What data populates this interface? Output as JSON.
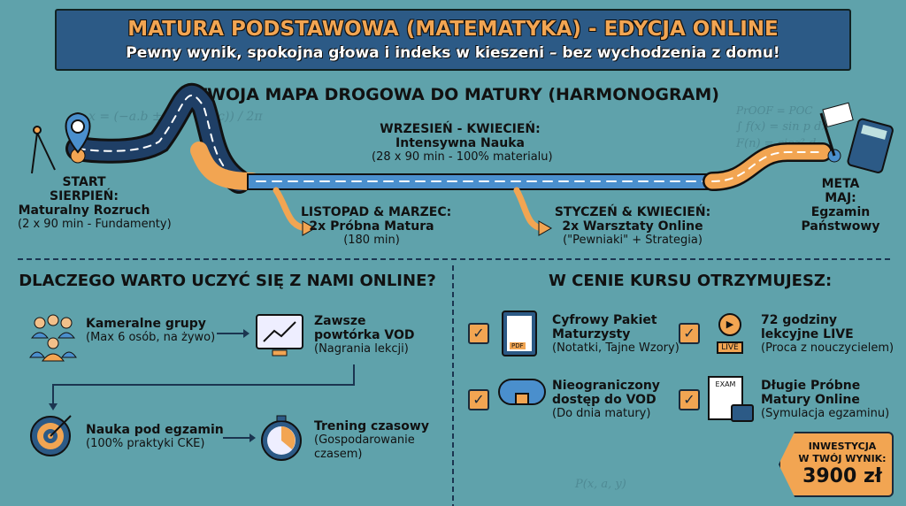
{
  "header": {
    "title": "MATURA PODSTAWOWA (MATEMATYKA) - EDYCJA ONLINE",
    "subtitle": "Pewny wynik, spokojna głowa i indeks w kieszeni – bez wychodzenia z domu!"
  },
  "roadmap": {
    "title": "TWOJA MAPA DROGOWA DO MATURY (HARMONOGRAM)",
    "start": {
      "tag": "START",
      "month": "SIERPIEŃ:",
      "name": "Maturalny Rozruch",
      "detail": "(2 x 90 min - Fundamenty)"
    },
    "main": {
      "month": "WRZESIEŃ - KWIECIEŃ:",
      "name": "Intensywna Nauka",
      "detail": "(28 x 90 min - 100% materialu)"
    },
    "mock": {
      "month": "LISTOPAD & MARZEC:",
      "name": "2x Próbna Matura",
      "detail": "(180 min)"
    },
    "workshops": {
      "month": "STYCZEŃ & KWIECIEŃ:",
      "name": "2x Warsztaty Online",
      "detail": "(\"Pewniaki\" + Strategia)"
    },
    "finish": {
      "tag": "META",
      "month": "MAJ:",
      "name1": "Egzamin",
      "name2": "Państwowy"
    }
  },
  "why": {
    "title": "DLACZEGO WARTO UCZYĆ SIĘ Z NAMI ONLINE?",
    "items": [
      {
        "title": "Kameralne grupy",
        "detail": "(Max 6 osób, na żywo)"
      },
      {
        "title1": "Zawsze",
        "title2": "powtórka VOD",
        "detail": "(Nagrania lekcji)"
      },
      {
        "title": "Nauka pod egzamin",
        "detail": "(100% praktyki CKE)"
      },
      {
        "title": "Trening czasowy",
        "detail1": "(Gospodarowanie",
        "detail2": "czasem)"
      }
    ]
  },
  "includes": {
    "title": "W CENIE KURSU OTRZYMUJESZ:",
    "items": [
      {
        "title1": "Cyfrowy Pakiet",
        "title2": "Maturzysty",
        "detail": "(Notatki, Tajne Wzory)",
        "icon_text": "PDF"
      },
      {
        "title1": "72 godziny",
        "title2": "lekcyjne LIVE",
        "detail": "(Proca z nouczycielem)",
        "icon_text": "LIVE"
      },
      {
        "title1": "Nieograniczony",
        "title2": "dostęp do VOD",
        "detail": "(Do dnia matury)"
      },
      {
        "title1": "Długie Próbne",
        "title2": "Matury Online",
        "detail": "(Symulacja egzaminu)",
        "icon_text": "EXAM"
      }
    ]
  },
  "price": {
    "label1": "INWESTYCJA",
    "label2": "W TWÓJ WYNIK:",
    "value": "3900 zł"
  },
  "decor": {
    "f1": "x = (−a.b ± √(b² − ac)) / 2π",
    "f2": "PrOOF = POC",
    "f3": "∫ f(x) = sin p dx",
    "f4": "F(n) = cioz² d₀",
    "f5": "P(x, a, y)"
  },
  "colors": {
    "bg": "#5fa2ab",
    "banner": "#2c5a86",
    "orange": "#f2a552",
    "road": "#1f3f66"
  }
}
